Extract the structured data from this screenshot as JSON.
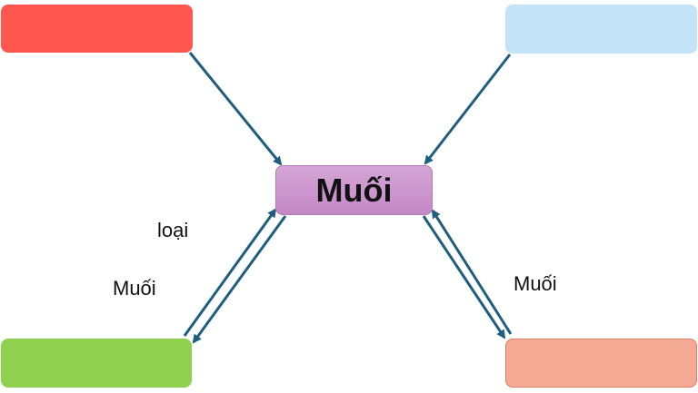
{
  "center": {
    "label": "Muối"
  },
  "edge_labels": {
    "left_upper": "loại",
    "left_lower": "Muối",
    "right": "Muối"
  },
  "colors": {
    "top_left_box": "#ff5650",
    "top_right_box": "#c3e4f6",
    "bottom_left_box": "#8fd14f",
    "bottom_right_box": "#f4a994",
    "center_box": "#c99acb",
    "arrow": "#1f5e7e"
  },
  "edges": [
    {
      "from": "top-left-box",
      "to": "center-box",
      "direction": "single"
    },
    {
      "from": "top-right-box",
      "to": "center-box",
      "direction": "single"
    },
    {
      "from": "bottom-left-box",
      "to": "center-box",
      "direction": "double"
    },
    {
      "from": "bottom-right-box",
      "to": "center-box",
      "direction": "double"
    }
  ]
}
